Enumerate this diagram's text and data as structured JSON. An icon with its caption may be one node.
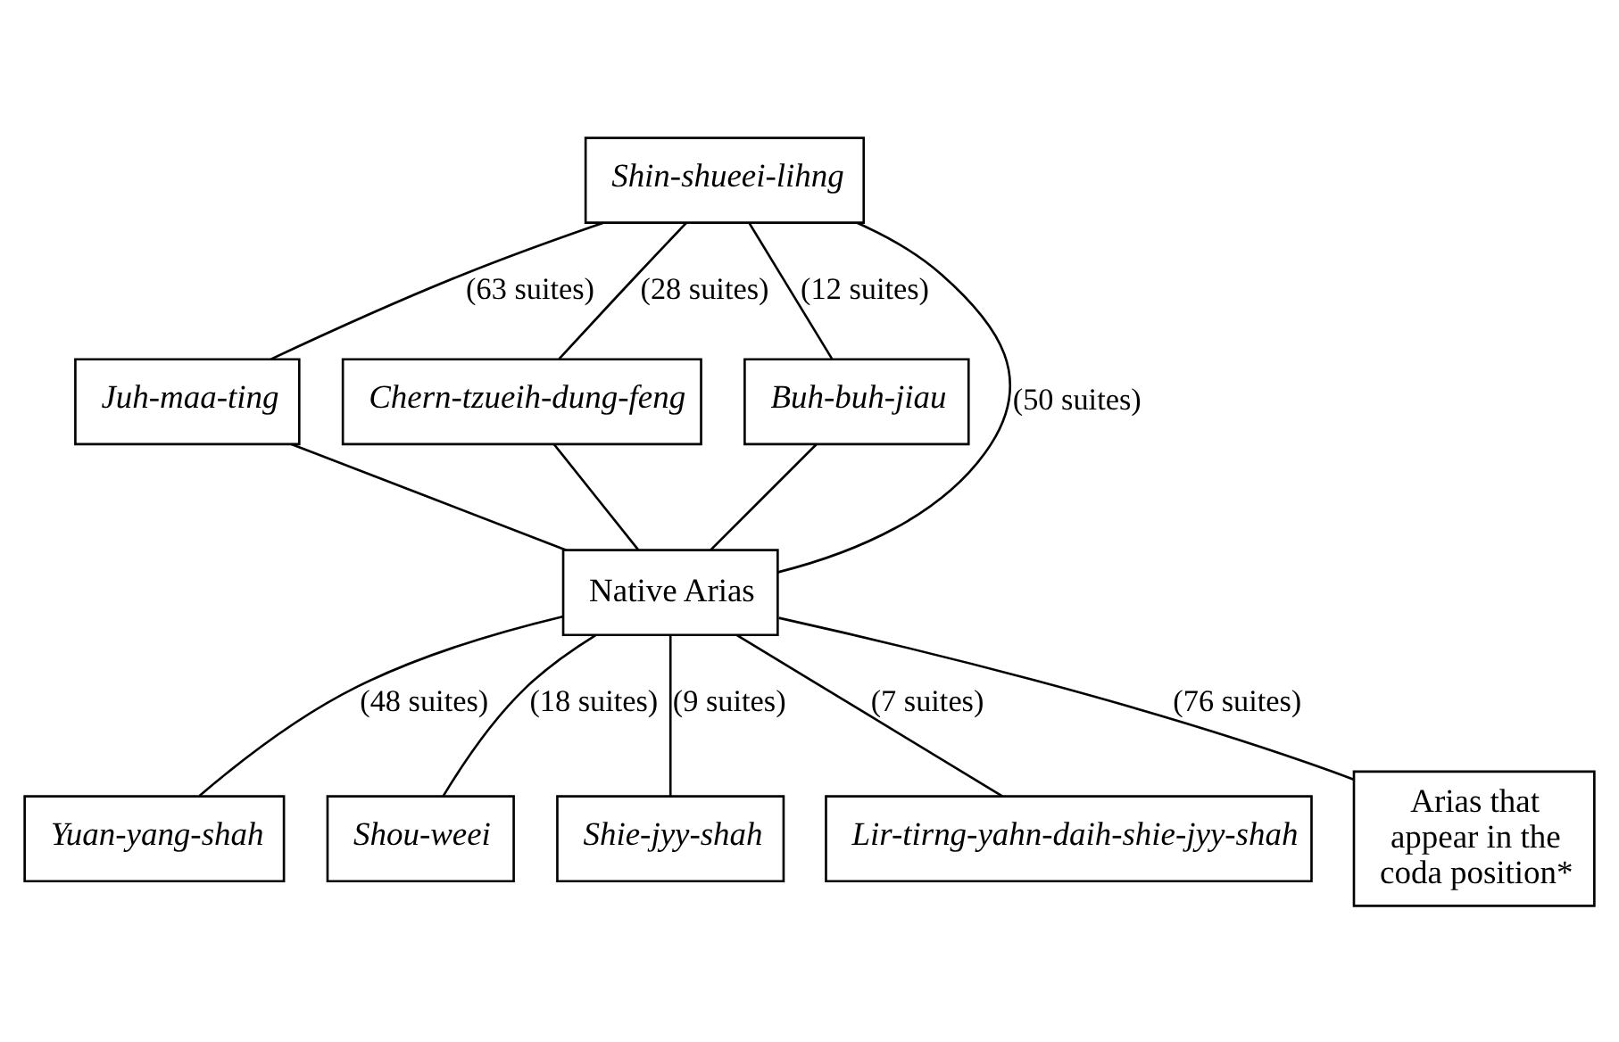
{
  "diagram": {
    "nodes": [
      {
        "text": [
          "Shin-shueei-lihng"
        ]
      },
      {
        "text": [
          "Juh-maa-ting"
        ]
      },
      {
        "text": [
          "Chern-tzueih-dung-feng"
        ]
      },
      {
        "text": [
          "Buh-buh-jiau"
        ]
      },
      {
        "text": [
          "Native Arias"
        ]
      },
      {
        "text": [
          "Yuan-yang-shah"
        ]
      },
      {
        "text": [
          "Shou-weei"
        ]
      },
      {
        "text": [
          "Shie-jyy-shah"
        ]
      },
      {
        "text": [
          "Lir-tirng-yahn-daih-shie-jyy-shah"
        ]
      },
      {
        "text": [
          "Arias that appear in the coda position*"
        ]
      }
    ],
    "edges": [
      {
        "from": 0,
        "to": 1,
        "arrow": "none",
        "label": "(63 suites)"
      },
      {
        "from": 0,
        "to": 2,
        "arrow": "none",
        "label": "(28 suites)"
      },
      {
        "from": 0,
        "to": 4,
        "arrow": "none",
        "label": "(50 suites)"
      },
      {
        "from": 0,
        "to": 3,
        "arrow": "none",
        "label": "(12 suites)"
      },
      {
        "from": 1,
        "to": 4,
        "arrow": "none"
      },
      {
        "from": 2,
        "to": 4,
        "arrow": "none"
      },
      {
        "from": 3,
        "to": 4,
        "arrow": "none"
      },
      {
        "from": 4,
        "to": 5,
        "arrow": "none",
        "label": "(48 suites)"
      },
      {
        "from": 4,
        "to": 6,
        "arrow": "none",
        "label": "(18 suites)"
      },
      {
        "from": 4,
        "to": 7,
        "arrow": "none",
        "label": "(9 suites)"
      },
      {
        "from": 4,
        "to": 8,
        "arrow": "none",
        "label": "(7 suites)"
      },
      {
        "from": 4,
        "to": 9,
        "arrow": "none",
        "label": "(76 suites)"
      }
    ]
  }
}
